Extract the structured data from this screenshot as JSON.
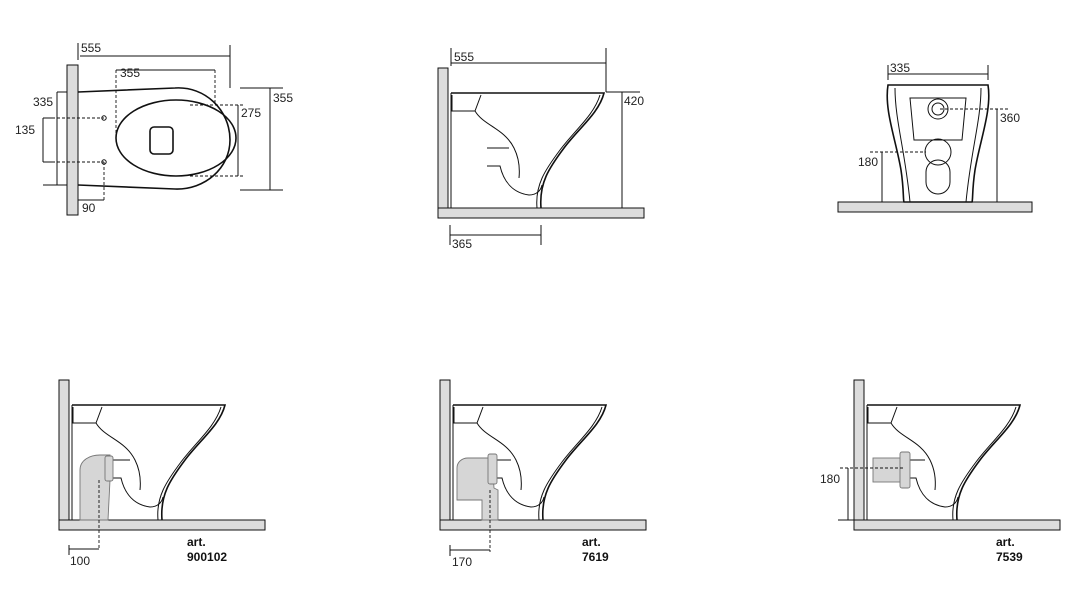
{
  "plan_view": {
    "d_555": "555",
    "d_355_seat": "355",
    "d_335": "335",
    "d_135": "135",
    "d_275": "275",
    "d_355_width": "355",
    "d_90": "90"
  },
  "side_view": {
    "d_555": "555",
    "d_420": "420",
    "d_365": "365"
  },
  "front_view": {
    "d_335": "335",
    "d_360": "360",
    "d_180": "180"
  },
  "variants": [
    {
      "art_label": "art.",
      "art_number": "900102",
      "dimension": "100"
    },
    {
      "art_label": "art.",
      "art_number": "7619",
      "dimension": "170"
    },
    {
      "art_label": "art.",
      "art_number": "7539",
      "dimension": "180"
    }
  ]
}
